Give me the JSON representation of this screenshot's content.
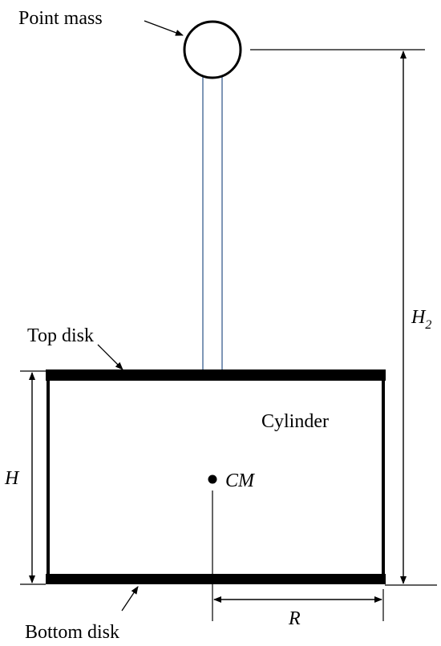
{
  "labels": {
    "point_mass": "Point mass",
    "top_disk": "Top disk",
    "bottom_disk": "Bottom disk",
    "cylinder": "Cylinder",
    "center_of_mass": "CM",
    "height": "H",
    "height2_main": "H",
    "height2_sub": "2",
    "radius": "R"
  },
  "colors": {
    "ink": "#000000",
    "rod": "#3a5f8f",
    "background": "#ffffff"
  }
}
